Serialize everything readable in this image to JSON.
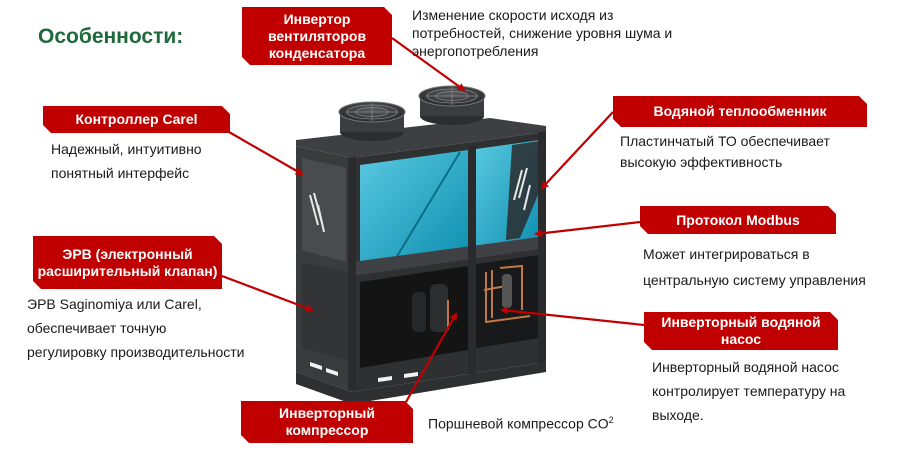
{
  "page": {
    "title": "Особенности:"
  },
  "colors": {
    "tag_background": "#c00000",
    "title": "#1e6a3a",
    "arrow": "#c00000",
    "coil": "#1aa3c4",
    "frame": "#3a3b3d"
  },
  "features": {
    "fan_inverter": {
      "label": "Инвертор вентиляторов конденсатора",
      "description": "Изменение скорости исходя из потребностей, снижение уровня шума и энергопотребления"
    },
    "controller": {
      "label": "Контроллер Carel",
      "description_line1": "Надежный, интуитивно",
      "description_line2": "понятный интерфейс"
    },
    "erv": {
      "label": "ЭРВ (электронный расширительный клапан)",
      "description_line1": "ЭРВ Saginomiya или Carel,",
      "description_line2": "обеспечивает точную",
      "description_line3": "регулировку производительности"
    },
    "heat_exchanger": {
      "label": "Водяной теплообменник",
      "description_line1": "Пластинчатый ТО обеспечивает",
      "description_line2": "высокую эффективность"
    },
    "modbus": {
      "label": "Протокол Modbus",
      "description_line1": "Может интегрироваться в",
      "description_line2": "центральную систему управления"
    },
    "water_pump": {
      "label": "Инверторный водяной насос",
      "description_line1": "Инверторный водяной насос",
      "description_line2": "контролирует температуру на",
      "description_line3": "выходе."
    },
    "compressor": {
      "label": "Инверторный компрессор",
      "description": "Поршневой компрессор CO",
      "description_sup": "2"
    }
  },
  "icons": {
    "fan": "fan-icon",
    "arrow": "arrow-icon"
  }
}
